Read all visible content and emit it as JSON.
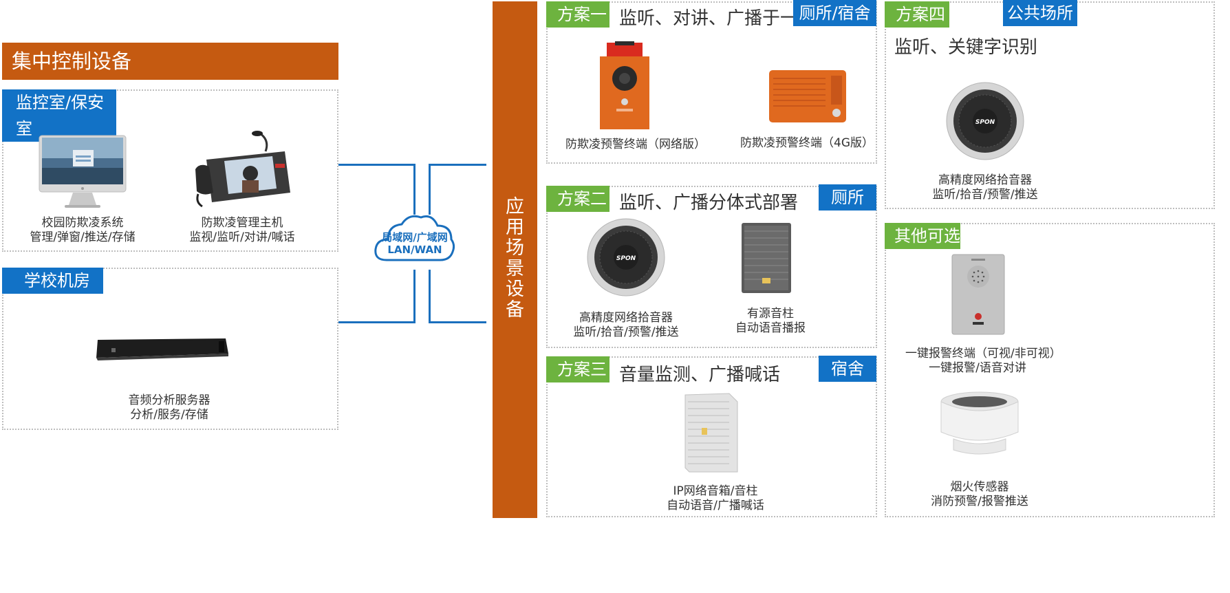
{
  "left_header": "集中控制设备",
  "monitor_room": {
    "tag": "监控室/保安室",
    "devices": [
      {
        "name": "校园防欺凌系统",
        "desc": "管理/弹窗/推送/存储"
      },
      {
        "name": "防欺凌管理主机",
        "desc": "监视/监听/对讲/喊话"
      }
    ]
  },
  "server_room": {
    "tag": "学校机房",
    "devices": [
      {
        "name": "音频分析服务器",
        "desc": "分析/服务/存储"
      }
    ]
  },
  "cloud": {
    "line1": "局域网/广域网",
    "line2": "LAN/WAN"
  },
  "vertical_label": [
    "应",
    "用",
    "场",
    "景",
    "设",
    "备"
  ],
  "plans": [
    {
      "tag": "方案一",
      "title": "监听、对讲、广播于一体",
      "location": "厕所/宿舍",
      "devices": [
        {
          "name": "防欺凌预警终端（网络版）"
        },
        {
          "name": "防欺凌预警终端（4G版）"
        }
      ]
    },
    {
      "tag": "方案二",
      "title": "监听、广播分体式部署",
      "location": "厕所",
      "devices": [
        {
          "name": "高精度网络拾音器",
          "desc": "监听/拾音/预警/推送"
        },
        {
          "name": "有源音柱",
          "desc": "自动语音播报"
        }
      ]
    },
    {
      "tag": "方案三",
      "title": "音量监测、广播喊话",
      "location": "宿舍",
      "devices": [
        {
          "name": "IP网络音箱/音柱",
          "desc": "自动语音/广播喊话"
        }
      ]
    },
    {
      "tag": "方案四",
      "title": "监听、关键字识别",
      "location": "公共场所",
      "devices": [
        {
          "name": "高精度网络拾音器",
          "desc": "监听/拾音/预警/推送"
        }
      ]
    }
  ],
  "optional": {
    "tag": "其他可选",
    "devices": [
      {
        "name": "一键报警终端（可视/非可视）",
        "desc": "一键报警/语音对讲"
      },
      {
        "name": "烟火传感器",
        "desc": "消防预警/报警推送"
      }
    ]
  },
  "brand_label": "SPON",
  "colors": {
    "orange": "#c55a11",
    "blue": "#1272c6",
    "green": "#6db33f",
    "terminal_orange": "#e0691f"
  }
}
